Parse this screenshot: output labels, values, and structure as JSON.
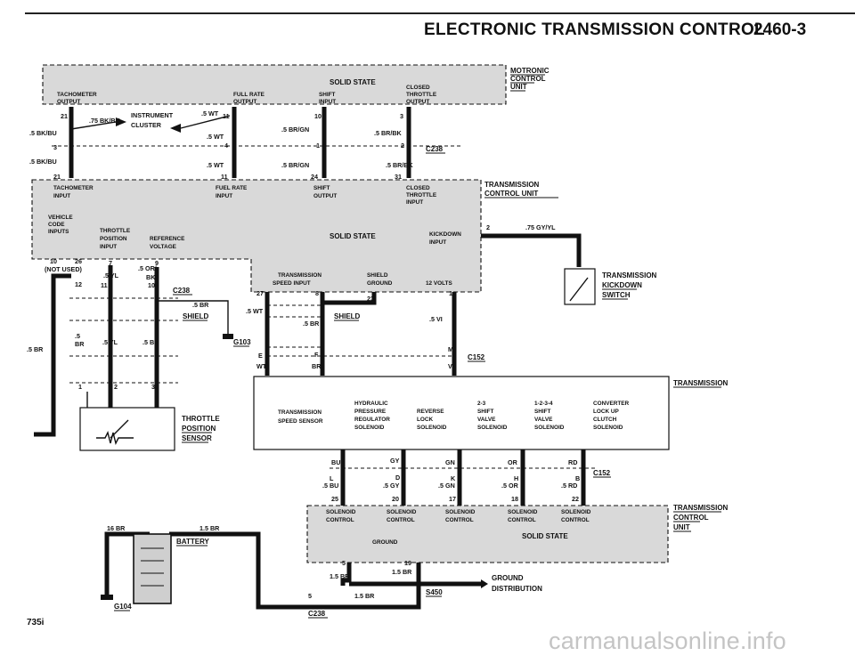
{
  "header": {
    "title": "ELECTRONIC TRANSMISSION CONTROL",
    "page": "2460-3"
  },
  "motronic": {
    "unit_label": [
      "MOTRONIC",
      "CONTROL",
      "UNIT"
    ],
    "state": "SOLID STATE",
    "pins": {
      "tach": "TACHOMETER",
      "tach2": "OUTPUT",
      "fuel": "FULL RATE",
      "fuel2": "OUTPUT",
      "shift": "SHIFT",
      "shift2": "INPUT",
      "throttle": "CLOSED",
      "throttle2": "THROTTLE",
      "throttle3": "OUTPUT"
    }
  },
  "instrument_cluster": {
    "label": [
      "INSTRUMENT",
      "CLUSTER"
    ]
  },
  "tcu": {
    "unit_label": [
      "TRANSMISSION",
      "CONTROL UNIT"
    ],
    "state": "SOLID STATE",
    "inputs": {
      "tach": "TACHOMETER",
      "tach2": "INPUT",
      "fuel": "FUEL RATE",
      "fuel2": "INPUT",
      "shift": "SHIFT",
      "shift2": "OUTPUT",
      "closed": "CLOSED",
      "closed2": "THROTTLE",
      "closed3": "INPUT",
      "vehicle": "VEHICLE",
      "code": "CODE",
      "inputs": "INPUTS",
      "tps": "THROTTLE",
      "tps2": "POSITION",
      "tps3": "INPUT",
      "ref": "REFERENCE",
      "ref2": "VOLTAGE",
      "kick": "KICKDOWN",
      "kick2": "INPUT",
      "speed": "TRANSMISSION",
      "speed2": "SPEED INPUT",
      "shield": "SHIELD",
      "shield2": "GROUND",
      "volts": "12 VOLTS"
    },
    "not_used": "(NOT USED)"
  },
  "kickdown_switch": {
    "label": [
      "TRANSMISSION",
      "KICKDOWN",
      "SWITCH"
    ]
  },
  "throttle_sensor": {
    "label": [
      "THROTTLE",
      "POSITION",
      "SENSOR"
    ]
  },
  "battery": {
    "label": "BATTERY"
  },
  "transmission": {
    "label": "TRANSMISSION",
    "speed_sensor": [
      "TRANSMISSION",
      "SPEED SENSOR"
    ],
    "solenoids": [
      [
        "HYDRAULIC",
        "PRESSURE",
        "REGULATOR",
        "SOLENOID"
      ],
      [
        "REVERSE",
        "LOCK",
        "SOLENOID"
      ],
      [
        "2-3",
        "SHIFT",
        "VALVE",
        "SOLENOID"
      ],
      [
        "1-2-3-4",
        "SHIFT",
        "VALVE",
        "SOLENOID"
      ],
      [
        "CONVERTER",
        "LOCK UP",
        "CLUTCH",
        "SOLENOID"
      ]
    ]
  },
  "solenoid_control_unit": {
    "label": [
      "TRANSMISSION",
      "CONTROL",
      "UNIT"
    ],
    "state": "SOLID STATE",
    "controls": [
      "SOLENOID",
      "CONTROL"
    ],
    "ground": "GROUND"
  },
  "ground_distribution": [
    "GROUND",
    "DISTRIBUTION"
  ],
  "connectors": {
    "c238": "C238",
    "c152": "C152",
    "g103": "G103",
    "g104": "G104",
    "s450": "S450"
  },
  "wires": {
    "bk_bu_75": ".75 BK/BU",
    "bk_bu_5": ".5 BK/BU",
    "wt_5": ".5 WT",
    "br_gn": ".5 BR/GN",
    "br_bk": ".5 BR/BK",
    "gy_yl": ".75 GY/YL",
    "or_bk": ".5 OR/",
    "bk": "BK",
    "yl": ".5 YL",
    "br": ".5 BR",
    "br_alt": "BR",
    "br_5a": ".5",
    "bk_5": ".5 BK",
    "vi": ".5 VI",
    "vi_short": "VI",
    "wt": "WT",
    "shield": "SHIELD",
    "bu": "BU",
    "gy": "GY",
    "gn": "GN",
    "or": "OR",
    "rd": "RD",
    "l": "L",
    "d": "D",
    "k": "K",
    "h": "H",
    "b": "B",
    "e": "E",
    "f": "F",
    "m": "M",
    "bu5": ".5 BU",
    "gy5": ".5 GY",
    "gn5": ".5 GN",
    "or5": ".5 OR",
    "rd5": ".5 RD",
    "br16": "16 BR",
    "br15": "1.5 BR"
  },
  "pins": {
    "p21": "21",
    "p11": "11",
    "p10": "10",
    "p3": "3",
    "p4": "4",
    "p1": "1",
    "p2": "2",
    "p24": "24",
    "p31": "31",
    "p26": "26",
    "p7": "7",
    "p9": "9",
    "p12": "12",
    "p27": "27",
    "p8": "8",
    "p23": "23",
    "p25": "25",
    "p20": "20",
    "p17": "17",
    "p18": "18",
    "p22": "22",
    "p5": "5",
    "p19": "19"
  },
  "footer": {
    "code": "735i",
    "watermark": "carmanualsonline.info"
  }
}
